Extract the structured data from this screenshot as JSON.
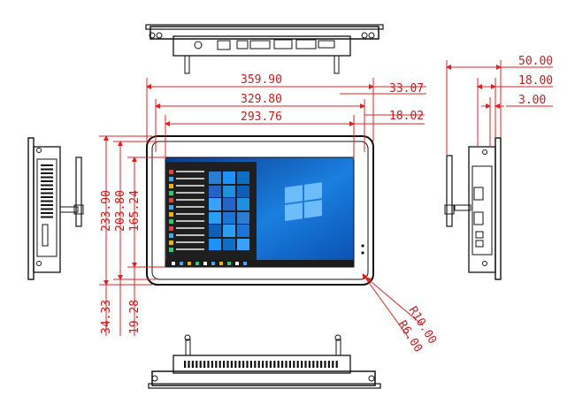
{
  "dimensions": {
    "outer_width": "359.90",
    "inner_width": "329.80",
    "screen_width": "293.76",
    "right_margin_top": "33.07",
    "right_margin_inner": "18.02",
    "outer_height": "233.90",
    "inner_height": "203.80",
    "screen_height": "165.24",
    "bottom_margin_outer": "34.33",
    "bottom_margin_inner": "19.28",
    "depth_total": "50.00",
    "depth_body": "18.00",
    "depth_bezel": "3.00",
    "corner_radius_outer": "R10.00",
    "corner_radius_inner": "R6.00"
  },
  "colors": {
    "dimension_line": "#e02020",
    "dimension_text": "#d01818",
    "desktop_blue": "#0a5fc4",
    "start_menu": "#1f1f1f",
    "outline": "#111111"
  },
  "icons": [
    "windows-logo-icon",
    "antenna-icon",
    "usb-port-icon",
    "serial-port-icon",
    "power-button-icon"
  ]
}
